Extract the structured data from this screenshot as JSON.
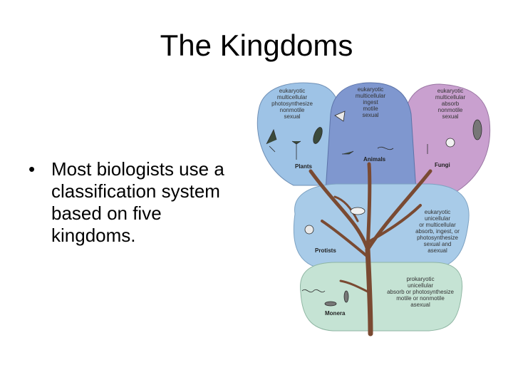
{
  "slide": {
    "title": "The Kingdoms",
    "bullets": [
      {
        "lines": [
          "Most biologists use a",
          "classification system",
          "based on five",
          "kingdoms."
        ]
      }
    ]
  },
  "diagram": {
    "kingdoms": [
      {
        "name": "Plants",
        "traits": [
          "eukaryotic",
          "multicellular",
          "photosynthesize",
          "nonmotile",
          "sexual"
        ],
        "color": "#9ec3e6"
      },
      {
        "name": "Animals",
        "traits": [
          "eukaryotic",
          "multicellular",
          "ingest",
          "motile",
          "sexual"
        ],
        "color": "#7f97cf"
      },
      {
        "name": "Fungi",
        "traits": [
          "eukaryotic",
          "multicellular",
          "absorb",
          "nonmotile",
          "sexual"
        ],
        "color": "#c9a0cf"
      },
      {
        "name": "Protists",
        "traits": [
          "eukaryotic",
          "unicellular",
          "or multicellular",
          "absorb, ingest, or",
          "photosynthesize",
          "sexual and",
          "asexual"
        ],
        "color": "#a8cbe8"
      },
      {
        "name": "Monera",
        "traits": [
          "prokaryotic",
          "unicellular",
          "absorb or photosynthesize",
          "motile or nonmotile",
          "asexual"
        ],
        "color": "#c5e3d4"
      }
    ],
    "trunk_color": "#7a4a32"
  }
}
